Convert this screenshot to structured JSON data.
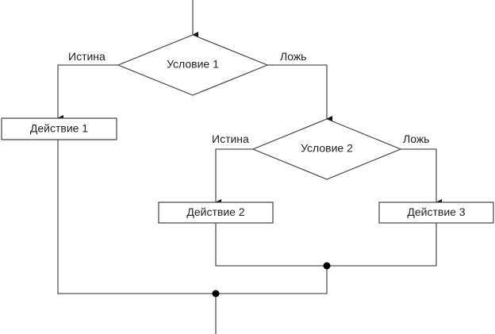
{
  "diagram": {
    "type": "flowchart",
    "decisions": [
      {
        "id": "cond1",
        "label": "Условие 1",
        "true_label": "Истина",
        "false_label": "Ложь"
      },
      {
        "id": "cond2",
        "label": "Условие 2",
        "true_label": "Истина",
        "false_label": "Ложь"
      }
    ],
    "actions": [
      {
        "id": "act1",
        "label": "Действие 1"
      },
      {
        "id": "act2",
        "label": "Действие 2"
      },
      {
        "id": "act3",
        "label": "Действие 3"
      }
    ],
    "edges": [
      {
        "from": "start",
        "to": "cond1"
      },
      {
        "from": "cond1",
        "to": "act1",
        "label": "Истина"
      },
      {
        "from": "cond1",
        "to": "cond2",
        "label": "Ложь"
      },
      {
        "from": "cond2",
        "to": "act2",
        "label": "Истина"
      },
      {
        "from": "cond2",
        "to": "act3",
        "label": "Ложь"
      },
      {
        "from": "act2",
        "to": "merge2"
      },
      {
        "from": "act3",
        "to": "merge2"
      },
      {
        "from": "merge2",
        "to": "merge1"
      },
      {
        "from": "act1",
        "to": "merge1"
      },
      {
        "from": "merge1",
        "to": "end"
      }
    ]
  }
}
